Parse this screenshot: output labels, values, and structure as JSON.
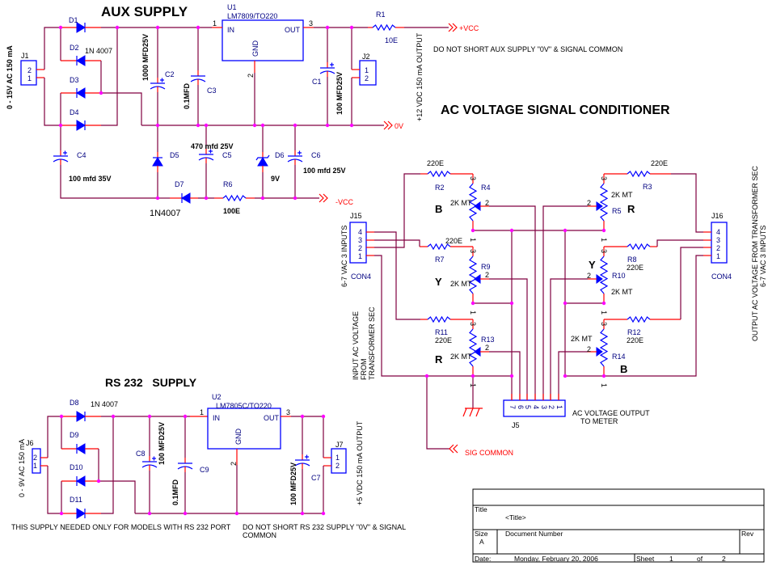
{
  "colors": {
    "wire": "#800040",
    "pin": "#ff0000",
    "component": "#0000ff",
    "label": "#000080",
    "junction": "#ff00ff",
    "net_label": "#ff0000"
  },
  "aux": {
    "title": "AUX SUPPLY",
    "j1": "J1",
    "j1_pins": [
      "2",
      "1"
    ],
    "input_label": "0 - 15V AC 150 mA",
    "d1": "D1",
    "d2": "D2",
    "d3": "D3",
    "d4": "D4",
    "bridge_part": "1N 4007",
    "c2": "C2",
    "c2_value": "1000 MFD25V",
    "c3": "C3",
    "c3_value": "0.1MFD",
    "u1": "U1",
    "u1_part": "LM7809/TO220",
    "pin_in": "IN",
    "pin_out": "OUT",
    "pin_gnd": "GND",
    "pin1": "1",
    "pin2": "2",
    "pin3": "3",
    "c1": "C1",
    "c1_value": "100 MFD25V",
    "j2": "J2",
    "j2_pins": [
      "1",
      "2"
    ],
    "r1": "R1",
    "r1_value": "10E",
    "vcc_pos": "+VCC",
    "zero_v": "0V",
    "vcc_neg": "-VCC",
    "output_label": "+12 VDC 150 mA OUTPUT",
    "note": "DO NOT SHORT AUX SUPPLY \"0V\" & SIGNAL COMMON",
    "c4": "C4",
    "c4_value": "100 mfd 35V",
    "d5": "D5",
    "c5": "C5",
    "c5_value": "470 mfd 25V",
    "d6": "D6",
    "d6_value": "9V",
    "c6": "C6",
    "c6_value": "100 mfd 25V",
    "d7": "D7",
    "d7_part": "1N4007",
    "r6": "R6",
    "r6_value": "100E"
  },
  "conditioner": {
    "title": "AC VOLTAGE SIGNAL CONDITIONER",
    "j15": "J15",
    "j15_pins": [
      "4",
      "3",
      "2",
      "1"
    ],
    "j15_type": "CON4",
    "j15_side_label": "6-7 VAC 3 INPUTS",
    "input_label": [
      "INPUT AC VOLTAGE",
      "FROM",
      "TRANSFORMER SEC"
    ],
    "j16": "J16",
    "j16_pins": [
      "4",
      "3",
      "2",
      "1"
    ],
    "j16_type": "CON4",
    "j16_side_label": "6-7 VAC 3 INPUTS",
    "output_label": "OUTPUT AC VOLTAGE FROM TRANSFORMER SEC",
    "pot_pin_top": "3",
    "pot_pin_bottom": "1",
    "wiper_pin": "2",
    "pot_value": "2K MT",
    "res_value": "220E",
    "r2": "R2",
    "r3": "R3",
    "r4": "R4",
    "r5": "R5",
    "r7": "R7",
    "r8": "R8",
    "r9": "R9",
    "r10": "R10",
    "r11": "R11",
    "r12": "R12",
    "r13": "R13",
    "r14": "R14",
    "phases": {
      "b": "B",
      "y": "Y",
      "r": "R"
    },
    "j5": "J5",
    "j5_pins": [
      "7",
      "6",
      "5",
      "4",
      "3",
      "2",
      "1"
    ],
    "j5_label": [
      "AC VOLTAGE OUTPUT",
      "TO METER"
    ],
    "sig_common": "SIG COMMON"
  },
  "rs232": {
    "title": "RS 232   SUPPLY",
    "j6": "J6",
    "j6_pins": [
      "2",
      "1"
    ],
    "input_label": "0 - 9V AC 150 mA",
    "d8": "D8",
    "d9": "D9",
    "d10": "D10",
    "d11": "D11",
    "bridge_part": "1N 4007",
    "c8": "C8",
    "c8_value": "100 MFD25V",
    "c9": "C9",
    "c9_value": "0.1MFD",
    "u2": "U2",
    "u2_part": "LM7805C/TO220",
    "c7": "C7",
    "c7_value": "100 MFD25V",
    "j7": "J7",
    "j7_pins": [
      "1",
      "2"
    ],
    "output_label": "+5 VDC 150 mA OUTPUT",
    "note1": "THIS SUPPLY NEEDED ONLY FOR MODELS WITH RS 232 PORT",
    "note2": [
      "DO NOT SHORT RS 232 SUPPLY \"0V\" & SIGNAL",
      "COMMON"
    ]
  },
  "title_block": {
    "title_label": "Title",
    "title_value": "<Title>",
    "size_label": "Size",
    "size_value": "A",
    "doc_label": "Document Number",
    "rev_label": "Rev",
    "date_label": "Date:",
    "date_value": "Monday, February 20, 2006",
    "sheet_label": "Sheet",
    "sheet_value": "1",
    "of_label": "of",
    "sheet_total": "2"
  }
}
